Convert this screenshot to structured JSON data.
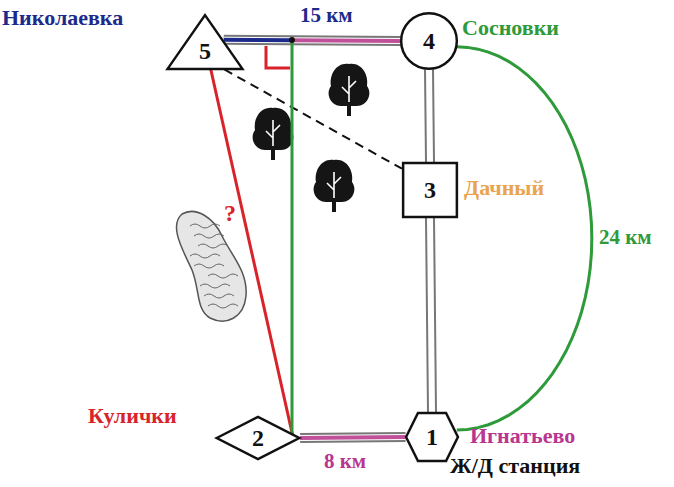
{
  "diagram": {
    "nodes": [
      {
        "text": [
          "5",
          "Николаевка"
        ]
      },
      {
        "text": [
          "4",
          "Сосновки"
        ]
      },
      {
        "text": [
          "3",
          "Дачный"
        ]
      },
      {
        "text": [
          "2",
          "Кулички"
        ]
      },
      {
        "text": [
          "1",
          "Игнатьево",
          "Ж/Д станция"
        ]
      }
    ],
    "edges": [
      {
        "from": 0,
        "to": 1,
        "arrow": "none",
        "label": "15 км"
      },
      {
        "from": 1,
        "to": 2,
        "arrow": "none"
      },
      {
        "from": 2,
        "to": 4,
        "arrow": "none"
      },
      {
        "from": 1,
        "to": 4,
        "arrow": "none",
        "label": "24 км"
      },
      {
        "from": 3,
        "to": 4,
        "arrow": "none",
        "label": "8 км"
      },
      {
        "from": 0,
        "to": 2,
        "arrow": "none"
      },
      {
        "from": 0,
        "to": 3,
        "arrow": "none",
        "label": "?"
      }
    ]
  }
}
